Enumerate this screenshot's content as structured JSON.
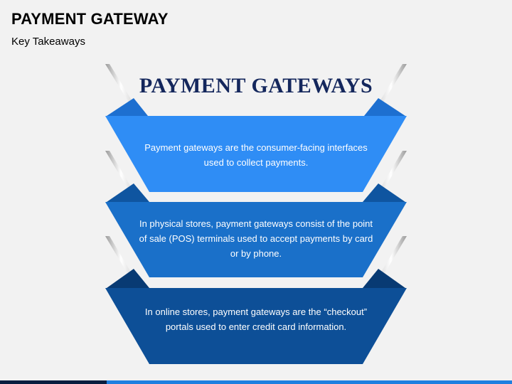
{
  "header": {
    "title": "PAYMENT GATEWAY",
    "subtitle": "Key Takeaways"
  },
  "diagram": {
    "heading": "PAYMENT GATEWAYS",
    "bands": [
      {
        "text": "Payment gateways are the consumer-facing interfaces used to collect payments.",
        "color": "#2f8df5",
        "wing_color": "#1d6fd0"
      },
      {
        "text": "In physical stores, payment gateways consist of the point of sale (POS) terminals used to accept payments by card or by phone.",
        "color": "#1a70c9",
        "wing_color": "#0f55a0"
      },
      {
        "text": "In online stores, payment gateways are the “checkout” portals used to enter credit card information.",
        "color": "#0d4f97",
        "wing_color": "#083a73"
      }
    ]
  },
  "colors": {
    "heading": "#14275c",
    "background": "#f2f2f2",
    "bottom_bar_dark": "#081d3f",
    "bottom_bar_light": "#1f7fe0"
  }
}
